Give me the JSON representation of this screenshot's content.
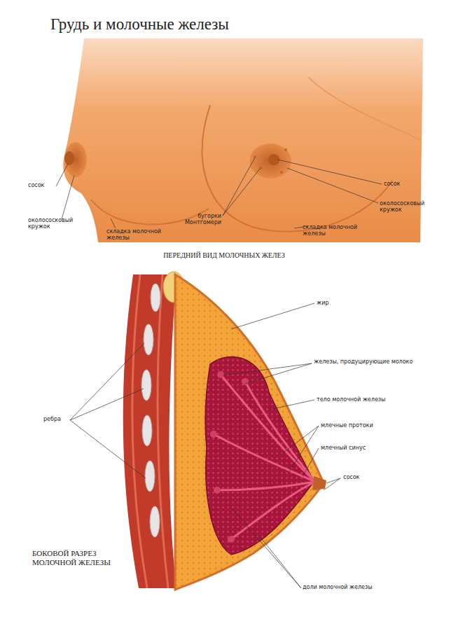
{
  "diagram": {
    "title": "Грудь и молочные железы",
    "labels": [
      "сосок",
      "околососковый кружок",
      "складка молочной железы",
      "бугорки Монтгомери",
      "складка молочной железы",
      "сосок",
      "околососковый кружок",
      "ПЕРЕДНИЙ ВИД МОЛОЧНЫХ ЖЕЛЕЗ",
      "жир",
      "железы, продуцирующие молоко",
      "тело молочной железы",
      "млечные протоки",
      "млечный синус",
      "сосок",
      "ребра",
      "доли молочной железы",
      "БОКОВОЙ РАЗРЕЗ МОЛОЧНОЙ ЖЕЛЕЗЫ"
    ]
  }
}
